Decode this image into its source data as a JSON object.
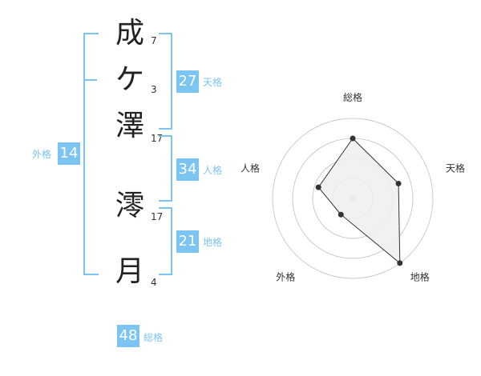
{
  "name_chars": [
    {
      "char": "成",
      "strokes": "7"
    },
    {
      "char": "ケ",
      "strokes": "3"
    },
    {
      "char": "澤",
      "strokes": "17"
    },
    {
      "char": "澪",
      "strokes": "17"
    },
    {
      "char": "月",
      "strokes": "4"
    }
  ],
  "scores": {
    "tenkaku": {
      "label": "天格",
      "value": "27"
    },
    "jinkaku": {
      "label": "人格",
      "value": "34"
    },
    "chikaku": {
      "label": "地格",
      "value": "21"
    },
    "gaikaku": {
      "label": "外格",
      "value": "14"
    },
    "soukaku": {
      "label": "総格",
      "value": "48"
    }
  },
  "chart_data": {
    "type": "radar",
    "axes": [
      "総格",
      "天格",
      "地格",
      "外格",
      "人格"
    ],
    "values": [
      0.75,
      0.6,
      1.0,
      0.25,
      0.45
    ],
    "range": [
      0,
      1
    ],
    "rings": 4,
    "colors": {
      "fill": "#eeeeee",
      "stroke": "#333333",
      "ring": "#cccccc",
      "accent": "#7cc4f1"
    }
  }
}
